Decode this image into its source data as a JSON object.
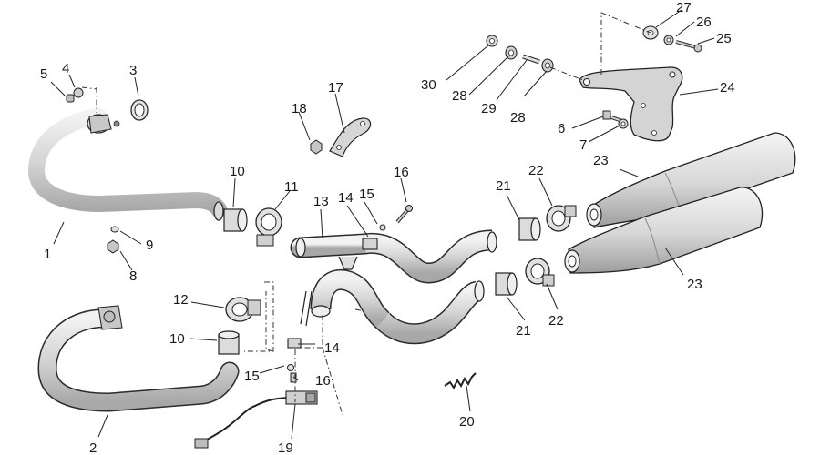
{
  "diagram": {
    "callouts": [
      "1",
      "2",
      "3",
      "4",
      "5",
      "6",
      "7",
      "8",
      "9",
      "10",
      "10",
      "11",
      "12",
      "13",
      "14",
      "14",
      "15",
      "15",
      "16",
      "16",
      "17",
      "18",
      "19",
      "20",
      "21",
      "21",
      "22",
      "22",
      "23",
      "23",
      "24",
      "25",
      "26",
      "27",
      "28",
      "28",
      "29",
      "30"
    ]
  },
  "colors": {
    "line": "#2b2b2b",
    "metal_light": "#e8e8e8",
    "metal_mid": "#cfcfcf",
    "metal_dark": "#9a9a9a",
    "background": "#ffffff"
  }
}
